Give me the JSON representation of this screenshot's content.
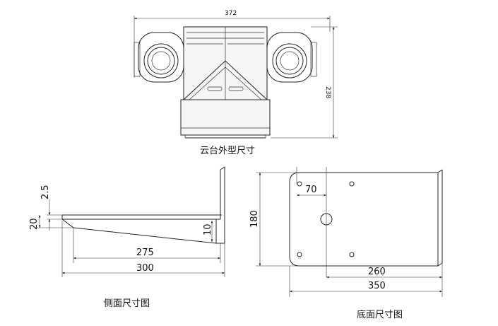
{
  "front_view": {
    "caption": "云台外型尺寸",
    "width_dim": "372",
    "height_dim": "238"
  },
  "side_view": {
    "caption": "侧面尺寸图",
    "dim_2_5": "2.5",
    "dim_20": "20",
    "dim_10": "10",
    "dim_275": "275",
    "dim_300": "300"
  },
  "bottom_view": {
    "caption": "底面尺寸图",
    "dim_70": "70",
    "dim_180": "180",
    "dim_260": "260",
    "dim_350": "350"
  }
}
